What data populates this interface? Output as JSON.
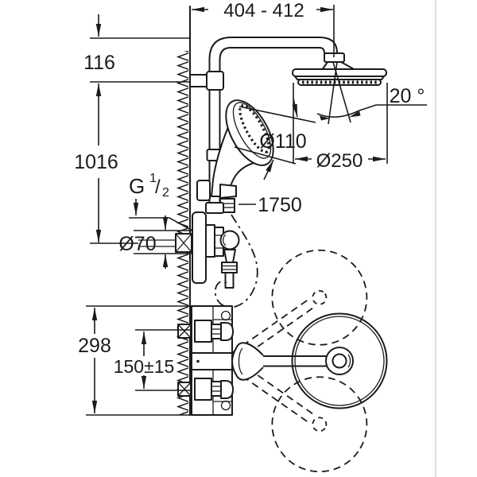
{
  "drawing": {
    "type": "technical-dimension-diagram",
    "subject": "shower-system-with-head-and-hand-shower"
  },
  "labels": {
    "top_width": "404 - 412",
    "arm_drop": "116",
    "riser_height": "1016",
    "hand_shower_diameter": "Ø110",
    "head_shower_diameter": "Ø250",
    "spray_angle": "20 °",
    "hose_length": "1750",
    "escutcheon_diameter": "Ø70",
    "thread": {
      "prefix": "G",
      "numerator": "1",
      "slash": "/",
      "denominator": "2"
    },
    "depth": "298",
    "connection_spacing": "150±15"
  },
  "colors": {
    "line": "#1b1b1b",
    "background": "#ffffff",
    "divider": "#dcdcdc"
  }
}
